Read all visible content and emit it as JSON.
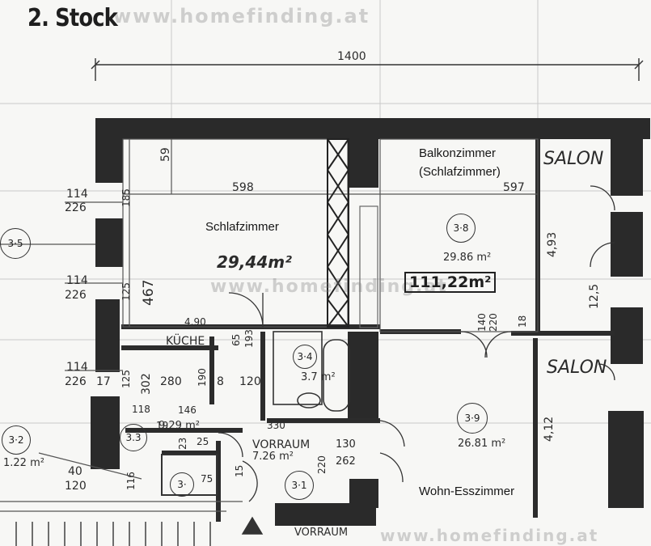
{
  "plan": {
    "floor_title": "2. Stock",
    "watermark": "www.homefinding.at",
    "rooms": {
      "balkonzimmer": "Balkonzimmer",
      "balkonzimmer_sub": "(Schlafzimmer)",
      "schlafzimmer": "Schlafzimmer",
      "wohn_esszimmer": "Wohn-Esszimmer",
      "salon_top": "SALON",
      "salon_mid": "SALON",
      "kueche": "KÜCHE",
      "vorraum": "VORRAUM",
      "vorraum_bottom": "VORRAUM"
    },
    "areas": {
      "schlafzimmer": "29,44m²",
      "balkonzimmer": "29.86 m²",
      "total": "111,22m²",
      "wohn_esszimmer": "26.81 m²",
      "vorraum": "7.26 m²",
      "room_3_2": "1.22 m²",
      "bath": "3.7 m²",
      "kitchen": "9.29 m²"
    },
    "room_numbers": {
      "r3_5": "3·5",
      "r3_8": "3·8",
      "r3_9": "3·9",
      "r3_3": "3.3",
      "r3_2": "3·2",
      "r3_1": "3·1",
      "r3_4": "3·4",
      "r3_x": "3·"
    },
    "dimensions": {
      "overall": "1400",
      "d598": "598",
      "d597": "597",
      "d59": "59",
      "d185": "185",
      "d114a": "114",
      "d226a": "226",
      "d114b": "114",
      "d226b": "226",
      "d114c": "114",
      "d226c": "226",
      "d125a": "125",
      "d467": "467",
      "d490": "4.90",
      "d65": "65",
      "d193": "193",
      "d493": "4,93",
      "d125b": "12,5",
      "d140": "140",
      "d220a": "220",
      "d18": "18",
      "d17": "17",
      "d125c": "125",
      "d302": "302",
      "d280": "280",
      "d190": "190",
      "d8": "8",
      "d120a": "120",
      "d118": "118",
      "d146": "146",
      "d19": "19",
      "d23": "23",
      "d25": "25",
      "d330": "330",
      "d130": "130",
      "d262": "262",
      "d220b": "220",
      "d412": "4,12",
      "d40": "40",
      "d120b": "120",
      "d116": "116",
      "d75": "75",
      "d15": "15"
    }
  }
}
